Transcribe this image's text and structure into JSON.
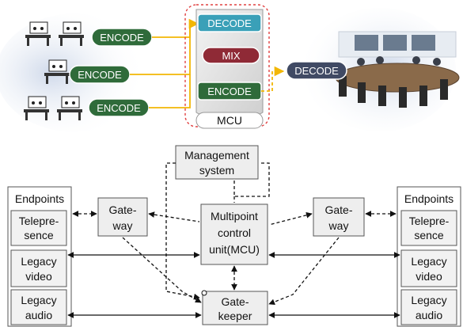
{
  "top_diagram": {
    "left_encoders": [
      "ENCODE",
      "ENCODE",
      "ENCODE"
    ],
    "mcu_blocks": {
      "decode": "DECODE",
      "mix": "MIX",
      "encode": "ENCODE"
    },
    "mcu_label": "MCU",
    "right_decoder": "DECODE",
    "colors": {
      "encode_pill": "#2f6b3a",
      "decode_pill": "#3aa0b8",
      "mix_pill": "#8f2a36",
      "right_decode_pill": "#404a64",
      "arrow": "#f2b705",
      "mcu_dashed": "#e04040"
    }
  },
  "bottom_diagram": {
    "endpoints_left": {
      "title": "Endpoints",
      "items": [
        [
          "Telepre-",
          "sence"
        ],
        [
          "Legacy",
          "video"
        ],
        [
          "Legacy",
          "audio"
        ]
      ]
    },
    "endpoints_right": {
      "title": "Endpoints",
      "items": [
        [
          "Telepre-",
          "sence"
        ],
        [
          "Legacy",
          "video"
        ],
        [
          "Legacy",
          "audio"
        ]
      ]
    },
    "gateway_left": [
      "Gate-",
      "way"
    ],
    "gateway_right": [
      "Gate-",
      "way"
    ],
    "management": [
      "Management",
      "system"
    ],
    "mcu": [
      "Multipoint",
      "control",
      "unit(MCU)"
    ],
    "gatekeeper": [
      "Gate-",
      "keeper"
    ]
  }
}
